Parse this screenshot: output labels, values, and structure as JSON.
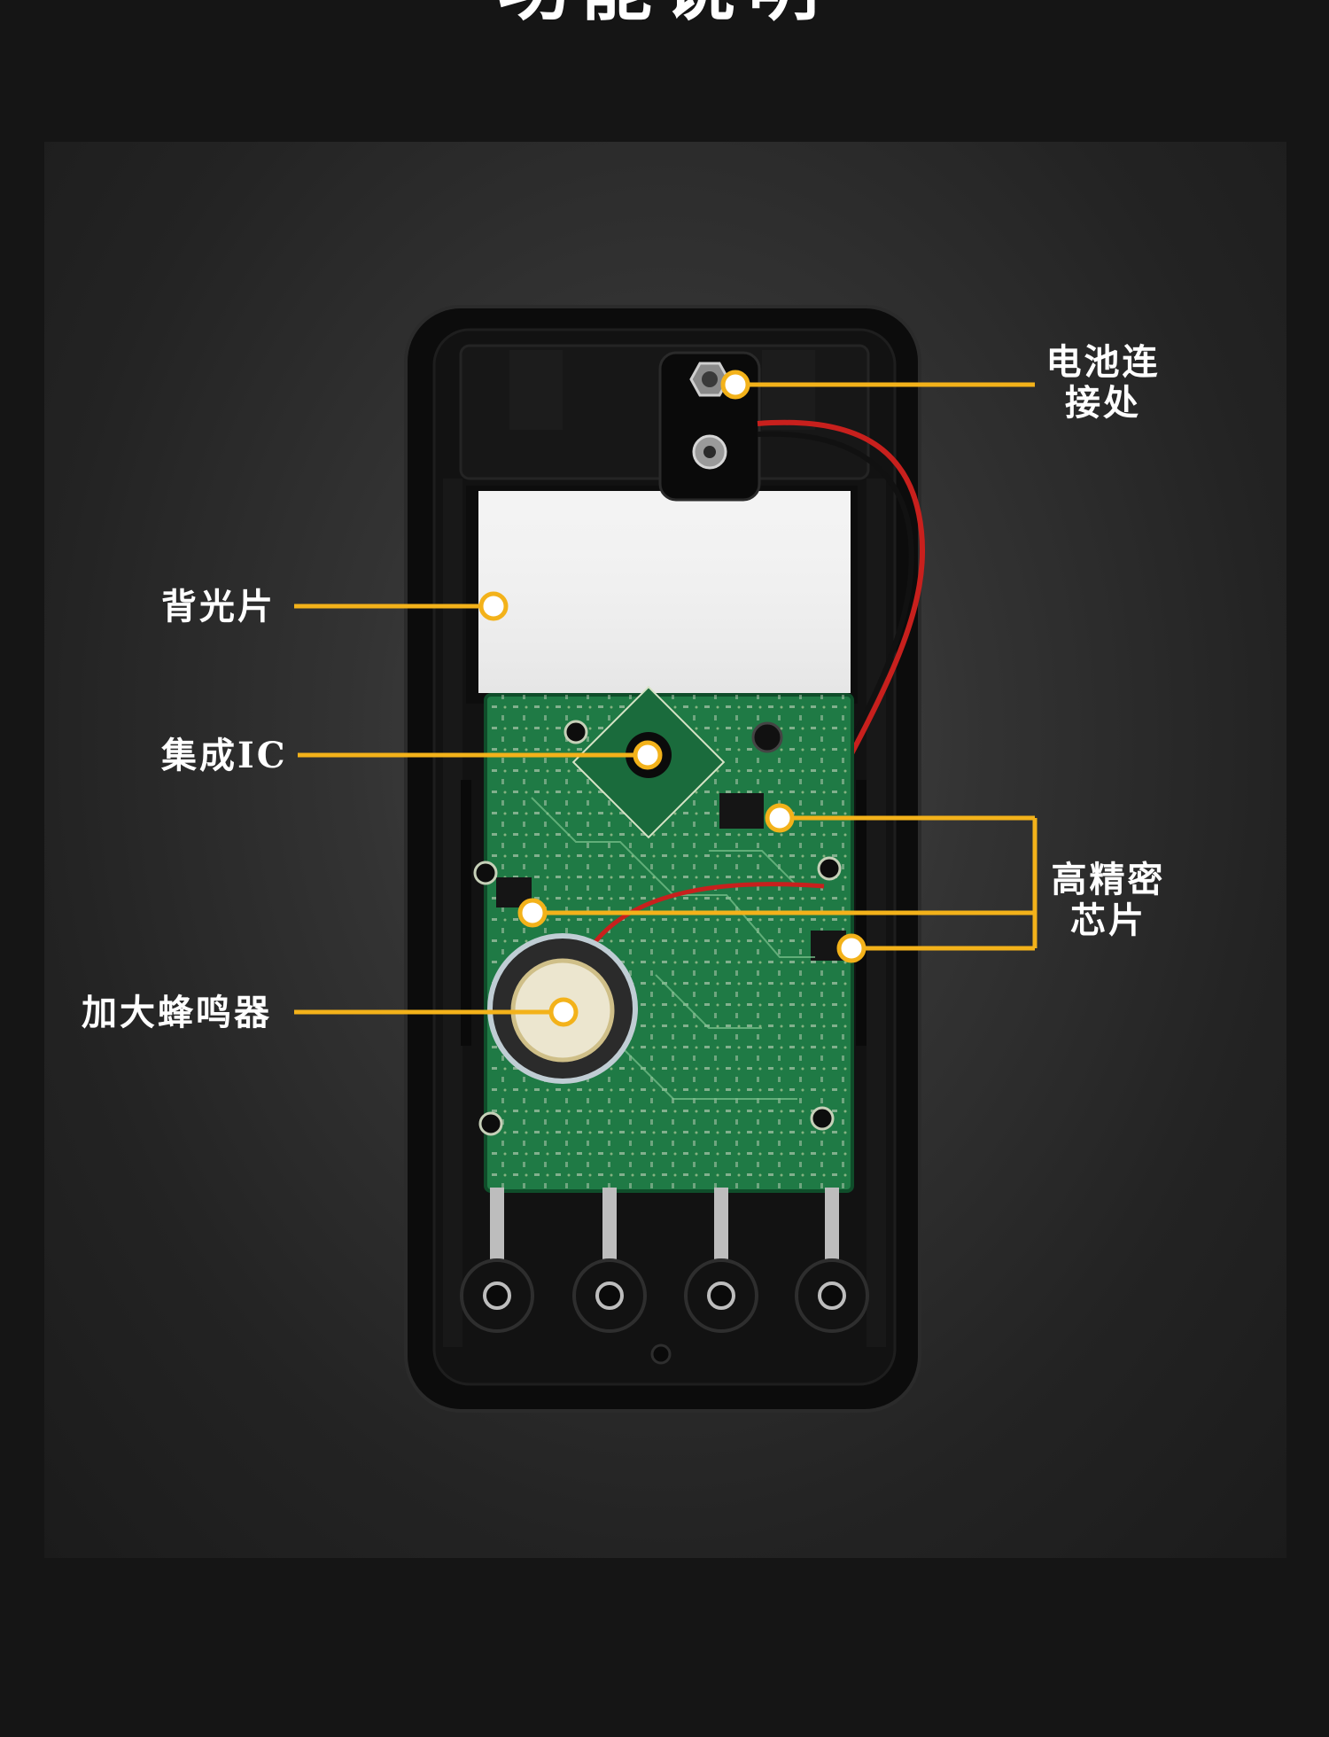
{
  "title": "功能说明",
  "colors": {
    "background": "#151515",
    "accent": "#f3b21a",
    "pcb": "#1f7a45",
    "casing": "#0e0e0e"
  },
  "callouts": {
    "battery": {
      "line1": "电池连",
      "line2": "接处"
    },
    "backlight": "背光片",
    "ic": "集成IC",
    "chips": {
      "line1": "高精密",
      "line2": "芯片"
    },
    "buzzer": "加大蜂鸣器"
  }
}
